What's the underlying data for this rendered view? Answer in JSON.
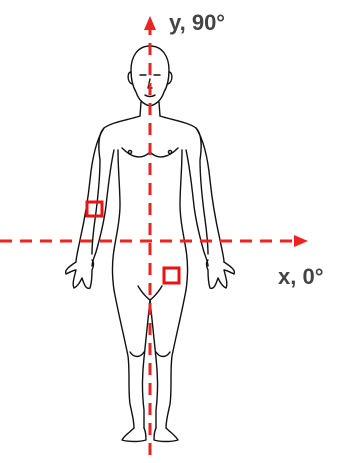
{
  "axes": {
    "y_label": "y, 90°",
    "x_label": "x, 0°"
  },
  "colors": {
    "axis": "#ee2222",
    "marker": "#ee1111",
    "outline": "#111111",
    "label": "#444444"
  },
  "markers": [
    {
      "name": "forearm-marker"
    },
    {
      "name": "thigh-marker"
    }
  ]
}
